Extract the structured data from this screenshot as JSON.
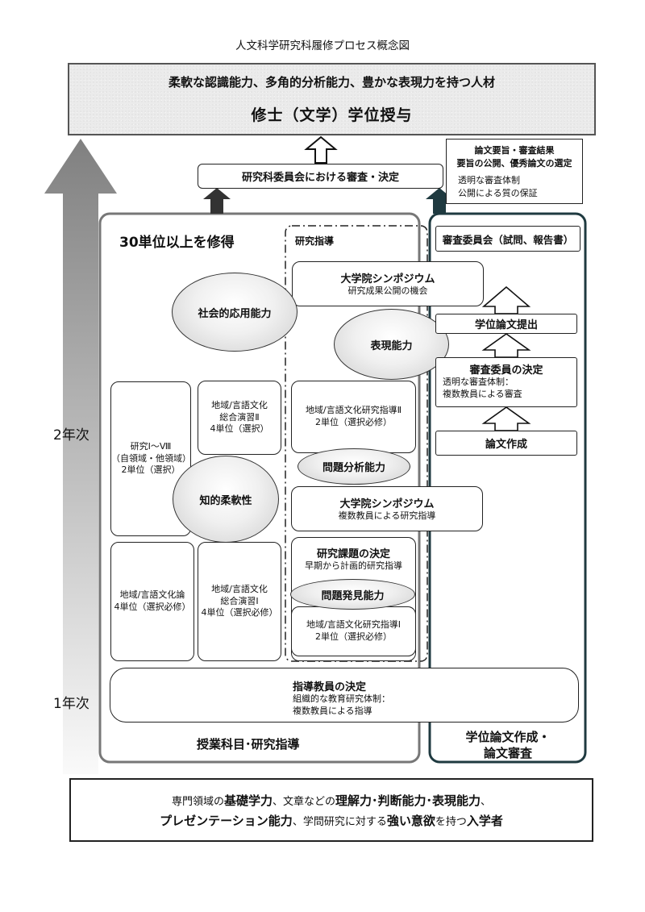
{
  "title": "人文科学研究科履修プロセス概念図",
  "top_banner": {
    "line1": "柔軟な認識能力、多角的分析能力、豊かな表現力を持つ人材",
    "line2": "修士（文学）学位授与"
  },
  "committee_review": "研究科委員会における審査・決定",
  "public_box": {
    "line1": "論文要旨・審査結果",
    "line2": "要旨の公開、優秀論文の選定",
    "line3": "透明な審査体制",
    "line4": "公開による質の保証"
  },
  "year_labels": {
    "year2": "2年次",
    "year1": "1年次"
  },
  "courses": {
    "heading": "30単位以上を修得",
    "footer": "授業科目･研究指導",
    "research_1_8": {
      "line1": "研究Ⅰ～Ⅷ",
      "line2": "（自領域・他領域）",
      "line3": "2単位（選択）"
    },
    "seminar_2": {
      "line1": "地域/言語文化",
      "line2": "総合演習Ⅱ",
      "line3": "4単位（選択）"
    },
    "culture_theory": {
      "line1": "地域/言語文化論",
      "line2": "4単位（選択必修）"
    },
    "seminar_1": {
      "line1": "地域/言語文化",
      "line2": "総合演習Ⅰ",
      "line3": "4単位（選択必修）"
    }
  },
  "guidance": {
    "heading": "研究指導",
    "symposium_1": {
      "title": "大学院シンポジウム",
      "sub": "研究成果公開の機会"
    },
    "guidance_2": {
      "line1": "地域/言語文化研究指導Ⅱ",
      "line2": "2単位（選択必修）"
    },
    "symposium_2": {
      "title": "大学院シンポジウム",
      "sub": "複数教員による研究指導"
    },
    "theme_decision": {
      "title": "研究課題の決定",
      "sub": "早期から計画的研究指導"
    },
    "guidance_1": {
      "line1": "地域/言語文化研究指導Ⅰ",
      "line2": "2単位（選択必修）"
    }
  },
  "abilities": {
    "social": "社会的応用能力",
    "expression": "表現能力",
    "analysis": "問題分析能力",
    "flexibility": "知的柔軟性",
    "discovery": "問題発見能力"
  },
  "advisor": {
    "title": "指導教員の決定",
    "line1": "組織的な教育研究体制：",
    "line2": "複数教員による指導"
  },
  "thesis": {
    "review_committee": "審査委員会（試問、報告書）",
    "submission": "学位論文提出",
    "decision_title": "審査委員の決定",
    "decision_line1": "透明な審査体制：",
    "decision_line2": "複数教員による審査",
    "writing": "論文作成",
    "footer_line1": "学位論文作成・",
    "footer_line2": "論文審査"
  },
  "entry": {
    "line1_a": "専門領域の",
    "line1_b": "基礎学力",
    "line1_c": "、文章などの",
    "line1_d": "理解力･判断能力･表現能力",
    "line1_e": "、",
    "line2_a": "プレゼンテーション能力",
    "line2_b": "、学問研究に対する",
    "line2_c": "強い意欲",
    "line2_d": "を持つ",
    "line2_e": "入学者"
  },
  "colors": {
    "dark_teal": "#1f3a40",
    "gray_arrow": "#8a8a8a",
    "frame_gray": "#777777"
  }
}
